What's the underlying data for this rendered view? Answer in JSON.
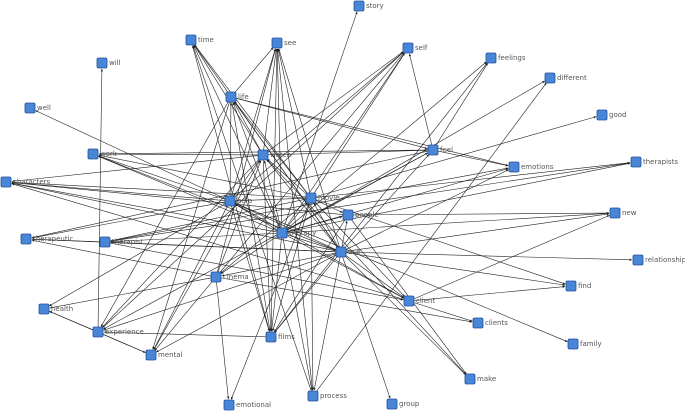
{
  "colors": {
    "node_fill": "#4a86d8",
    "node_stroke": "#1f4f99",
    "edge": "#222222",
    "label": "#555555"
  },
  "nodes": [
    {
      "id": "story",
      "label": "story"
    },
    {
      "id": "time",
      "label": "time"
    },
    {
      "id": "see",
      "label": "see"
    },
    {
      "id": "self",
      "label": "self"
    },
    {
      "id": "feelings",
      "label": "feelings"
    },
    {
      "id": "will",
      "label": "will"
    },
    {
      "id": "different",
      "label": "different"
    },
    {
      "id": "life",
      "label": "life"
    },
    {
      "id": "well",
      "label": "well"
    },
    {
      "id": "good",
      "label": "good"
    },
    {
      "id": "work",
      "label": "work"
    },
    {
      "id": "watch",
      "label": "watch"
    },
    {
      "id": "feel",
      "label": "feel"
    },
    {
      "id": "therapists",
      "label": "therapists"
    },
    {
      "id": "characters",
      "label": "characters"
    },
    {
      "id": "emotions",
      "label": "emotions"
    },
    {
      "id": "movie",
      "label": "movie"
    },
    {
      "id": "help",
      "label": "help"
    },
    {
      "id": "people",
      "label": "people"
    },
    {
      "id": "new",
      "label": "new"
    },
    {
      "id": "therapeutic",
      "label": "therapeutic"
    },
    {
      "id": "therapy",
      "label": "therapy"
    },
    {
      "id": "therapist",
      "label": "therapist"
    },
    {
      "id": "use",
      "label": "use"
    },
    {
      "id": "relationship",
      "label": "relationship"
    },
    {
      "id": "cinema",
      "label": "cinema"
    },
    {
      "id": "find",
      "label": "find"
    },
    {
      "id": "health",
      "label": "health"
    },
    {
      "id": "client",
      "label": "client"
    },
    {
      "id": "clients",
      "label": "clients"
    },
    {
      "id": "experience",
      "label": "experience"
    },
    {
      "id": "films",
      "label": "films"
    },
    {
      "id": "family",
      "label": "family"
    },
    {
      "id": "mental",
      "label": "mental"
    },
    {
      "id": "make",
      "label": "make"
    },
    {
      "id": "process",
      "label": "process"
    },
    {
      "id": "emotional",
      "label": "emotional"
    },
    {
      "id": "group",
      "label": "group"
    }
  ],
  "edges": [
    [
      "therapy",
      "story"
    ],
    [
      "therapy",
      "time"
    ],
    [
      "therapy",
      "see"
    ],
    [
      "therapy",
      "self"
    ],
    [
      "therapy",
      "feelings"
    ],
    [
      "therapy",
      "life"
    ],
    [
      "therapy",
      "watch"
    ],
    [
      "therapy",
      "feel"
    ],
    [
      "therapy",
      "therapists"
    ],
    [
      "therapy",
      "characters"
    ],
    [
      "therapy",
      "emotions"
    ],
    [
      "therapy",
      "movie"
    ],
    [
      "therapy",
      "help"
    ],
    [
      "therapy",
      "people"
    ],
    [
      "therapy",
      "new"
    ],
    [
      "therapy",
      "therapist"
    ],
    [
      "therapy",
      "use"
    ],
    [
      "therapy",
      "cinema"
    ],
    [
      "therapy",
      "client"
    ],
    [
      "therapy",
      "films"
    ],
    [
      "therapy",
      "process"
    ],
    [
      "therapy",
      "work"
    ],
    [
      "therapy",
      "different"
    ],
    [
      "use",
      "see"
    ],
    [
      "use",
      "time"
    ],
    [
      "use",
      "life"
    ],
    [
      "use",
      "watch"
    ],
    [
      "use",
      "movie"
    ],
    [
      "use",
      "help"
    ],
    [
      "use",
      "therapist"
    ],
    [
      "use",
      "therapeutic"
    ],
    [
      "use",
      "cinema"
    ],
    [
      "use",
      "films"
    ],
    [
      "use",
      "client"
    ],
    [
      "use",
      "find"
    ],
    [
      "use",
      "relationship"
    ],
    [
      "use",
      "new"
    ],
    [
      "use",
      "emotions"
    ],
    [
      "use",
      "people"
    ],
    [
      "use",
      "feel"
    ],
    [
      "use",
      "characters"
    ],
    [
      "use",
      "work"
    ],
    [
      "use",
      "process"
    ],
    [
      "use",
      "group"
    ],
    [
      "use",
      "mental"
    ],
    [
      "use",
      "experience"
    ],
    [
      "use",
      "make"
    ],
    [
      "movie",
      "see"
    ],
    [
      "movie",
      "time"
    ],
    [
      "movie",
      "life"
    ],
    [
      "movie",
      "watch"
    ],
    [
      "movie",
      "help"
    ],
    [
      "movie",
      "people"
    ],
    [
      "movie",
      "therapists"
    ],
    [
      "movie",
      "good"
    ],
    [
      "movie",
      "characters"
    ],
    [
      "movie",
      "work"
    ],
    [
      "movie",
      "therapist"
    ],
    [
      "movie",
      "films"
    ],
    [
      "movie",
      "process"
    ],
    [
      "movie",
      "emotional"
    ],
    [
      "movie",
      "find"
    ],
    [
      "movie",
      "client"
    ],
    [
      "movie",
      "cinema"
    ],
    [
      "movie",
      "self"
    ],
    [
      "watch",
      "see"
    ],
    [
      "watch",
      "time"
    ],
    [
      "watch",
      "life"
    ],
    [
      "watch",
      "self"
    ],
    [
      "watch",
      "feel"
    ],
    [
      "watch",
      "work"
    ],
    [
      "watch",
      "help"
    ],
    [
      "watch",
      "films"
    ],
    [
      "watch",
      "experience"
    ],
    [
      "watch",
      "make"
    ],
    [
      "watch",
      "characters"
    ],
    [
      "help",
      "see"
    ],
    [
      "help",
      "life"
    ],
    [
      "help",
      "self"
    ],
    [
      "help",
      "work"
    ],
    [
      "help",
      "well"
    ],
    [
      "help",
      "characters"
    ],
    [
      "help",
      "therapeutic"
    ],
    [
      "help",
      "client"
    ],
    [
      "help",
      "films"
    ],
    [
      "help",
      "family"
    ],
    [
      "help",
      "mental"
    ],
    [
      "help",
      "health"
    ],
    [
      "life",
      "see"
    ],
    [
      "life",
      "feel"
    ],
    [
      "life",
      "emotions"
    ],
    [
      "life",
      "films"
    ],
    [
      "life",
      "mental"
    ],
    [
      "life",
      "experience"
    ],
    [
      "feel",
      "self"
    ],
    [
      "feel",
      "feelings"
    ],
    [
      "feel",
      "emotions"
    ],
    [
      "feel",
      "therapeutic"
    ],
    [
      "feel",
      "experience"
    ],
    [
      "feel",
      "work"
    ],
    [
      "people",
      "new"
    ],
    [
      "people",
      "characters"
    ],
    [
      "people",
      "films"
    ],
    [
      "people",
      "make"
    ],
    [
      "therapist",
      "client"
    ],
    [
      "therapist",
      "therapeutic"
    ],
    [
      "therapist",
      "emotions"
    ],
    [
      "therapist",
      "therapists"
    ],
    [
      "cinema",
      "therapeutic"
    ],
    [
      "cinema",
      "health"
    ],
    [
      "cinema",
      "clients"
    ],
    [
      "cinema",
      "see"
    ],
    [
      "cinema",
      "self"
    ],
    [
      "cinema",
      "watch"
    ],
    [
      "cinema",
      "emotional"
    ],
    [
      "cinema",
      "mental"
    ],
    [
      "client",
      "clients"
    ],
    [
      "client",
      "find"
    ],
    [
      "client",
      "new"
    ],
    [
      "client",
      "characters"
    ],
    [
      "films",
      "see"
    ],
    [
      "films",
      "feelings"
    ],
    [
      "films",
      "experience"
    ],
    [
      "films",
      "time"
    ],
    [
      "experience",
      "mental"
    ],
    [
      "experience",
      "health"
    ],
    [
      "experience",
      "self"
    ],
    [
      "experience",
      "will"
    ],
    [
      "process",
      "see"
    ],
    [
      "process",
      "time"
    ],
    [
      "process",
      "different"
    ],
    [
      "mental",
      "health"
    ],
    [
      "mental",
      "watch"
    ]
  ]
}
